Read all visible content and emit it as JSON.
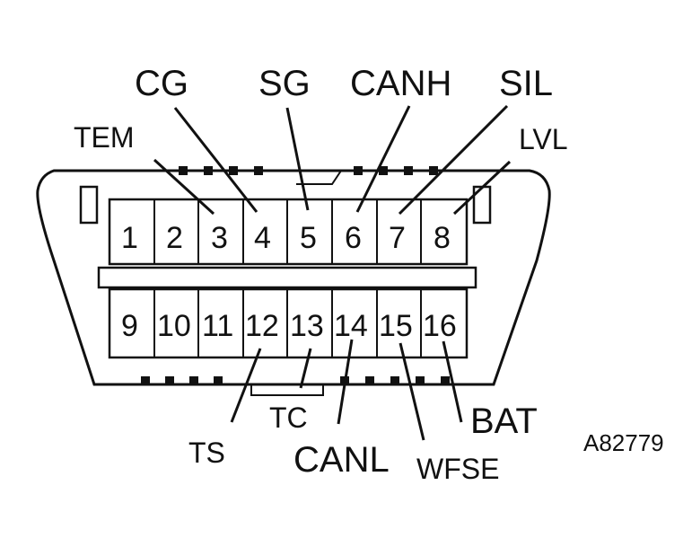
{
  "diagram": {
    "top_labels": {
      "cg": "CG",
      "sg": "SG",
      "canh": "CANH",
      "sil": "SIL",
      "tem": "TEM",
      "lvl": "LVL"
    },
    "bottom_labels": {
      "ts": "TS",
      "tc": "TC",
      "canl": "CANL",
      "wfse": "WFSE",
      "bat": "BAT"
    },
    "top_pins": [
      "1",
      "2",
      "3",
      "4",
      "5",
      "6",
      "7",
      "8"
    ],
    "bottom_pins": [
      "9",
      "10",
      "11",
      "12",
      "13",
      "14",
      "15",
      "16"
    ],
    "figure_id": "A82779"
  }
}
